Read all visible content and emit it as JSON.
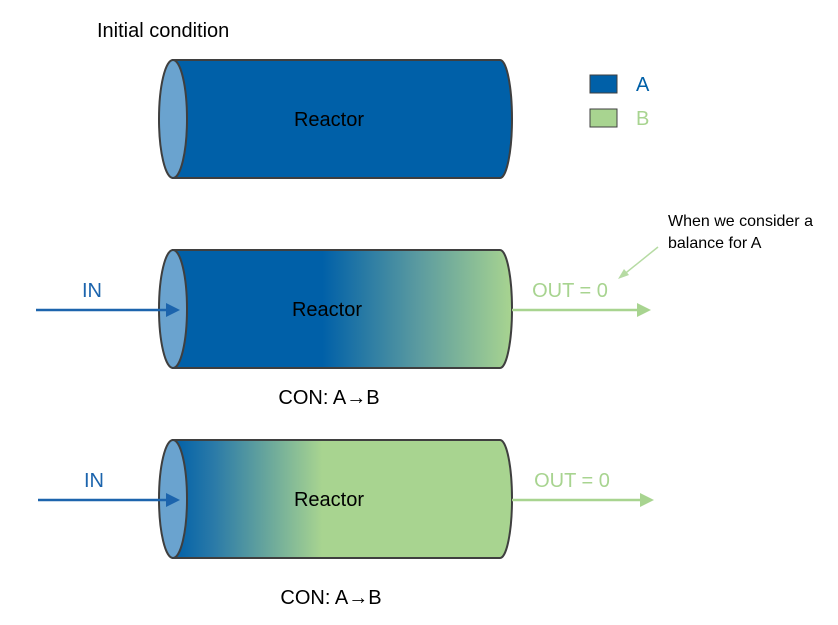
{
  "colors": {
    "A": "#0060a8",
    "B": "#a8d490",
    "cap": "#6aa3cf",
    "stroke": "#3f3f3f",
    "in_text": "#1c64ad",
    "out_text": "#a8d490",
    "annotation_arrow": "#b6dba3"
  },
  "header": {
    "title": "Initial condition"
  },
  "legend": {
    "items": [
      {
        "label": "A",
        "color": "#0060a8"
      },
      {
        "label": "B",
        "color": "#a8d490"
      }
    ]
  },
  "reactors": [
    {
      "label": "Reactor"
    },
    {
      "label": "Reactor",
      "in_label": "IN",
      "out_label": "OUT = 0",
      "reaction_label": "CON: A→B"
    },
    {
      "label": "Reactor",
      "in_label": "IN",
      "out_label": "OUT = 0",
      "reaction_label": "CON: A→B"
    }
  ],
  "annotation": {
    "line1": "When we consider a",
    "line2": "balance for A"
  }
}
